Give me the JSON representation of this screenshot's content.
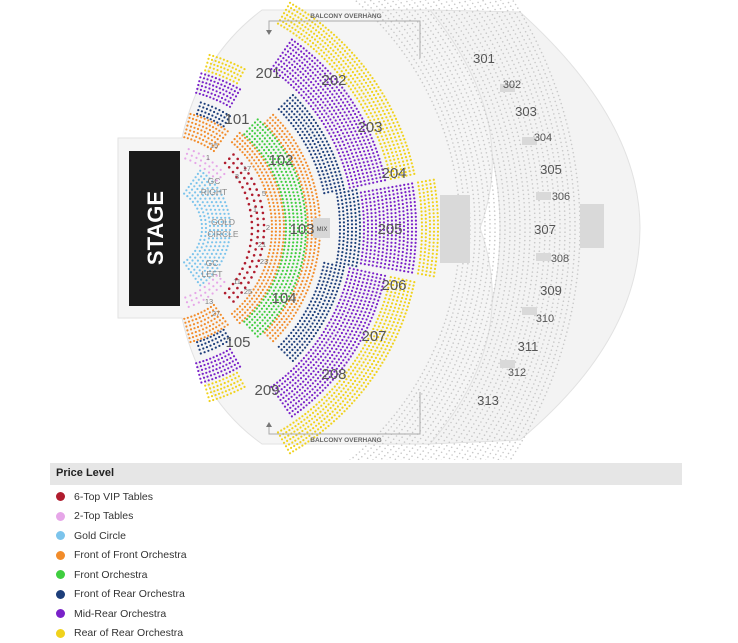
{
  "colors": {
    "vip": "#b01c2e",
    "two_top": "#e6a6e8",
    "gold_circle": "#7cc4ec",
    "front_front": "#f28c2a",
    "front": "#3fce3f",
    "front_rear": "#1d3e7a",
    "mid_rear": "#7a22c9",
    "rear_rear": "#f0d21c"
  },
  "stage_label": "STAGE",
  "overhang_top": "BALCONY OVERHANG",
  "overhang_bottom": "BALCONY OVERHANG",
  "mix_label": "MIX",
  "floor_labels": {
    "gc_right": [
      "GC",
      "RIGHT"
    ],
    "gold_circle": [
      "GOLD",
      "CIRCLE"
    ],
    "gc_left": [
      "GC",
      "LEFT"
    ]
  },
  "table_numbers": [
    "15",
    "1",
    "3",
    "17",
    "5",
    "1",
    "2",
    "11",
    "25",
    "13",
    "27",
    "21",
    "23"
  ],
  "sections": {
    "s101": "101",
    "s102": "102",
    "s103": "103",
    "s104": "104",
    "s105": "105",
    "s201": "201",
    "s202": "202",
    "s203": "203",
    "s204": "204",
    "s205": "205",
    "s206": "206",
    "s207": "207",
    "s208": "208",
    "s209": "209",
    "s301": "301",
    "s302": "302",
    "s303": "303",
    "s304": "304",
    "s305": "305",
    "s306": "306",
    "s307": "307",
    "s308": "308",
    "s309": "309",
    "s310": "310",
    "s311": "311",
    "s312": "312",
    "s313": "313"
  },
  "legend": {
    "title": "Price Level",
    "items": [
      {
        "label": "6-Top VIP Tables",
        "color": "#b01c2e"
      },
      {
        "label": "2-Top Tables",
        "color": "#e6a6e8"
      },
      {
        "label": "Gold Circle",
        "color": "#7cc4ec"
      },
      {
        "label": "Front of Front Orchestra",
        "color": "#f28c2a"
      },
      {
        "label": "Front Orchestra",
        "color": "#3fce3f"
      },
      {
        "label": "Front of Rear Orchestra",
        "color": "#1d3e7a"
      },
      {
        "label": "Mid-Rear Orchestra",
        "color": "#7a22c9"
      },
      {
        "label": "Rear of Rear Orchestra",
        "color": "#f0d21c"
      }
    ]
  }
}
